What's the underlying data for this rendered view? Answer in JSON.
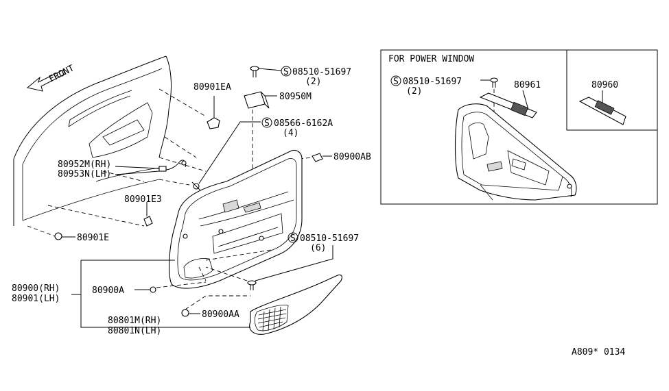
{
  "front_label": "FRONT",
  "inset_title": "FOR POWER WINDOW",
  "symbol": "S",
  "callouts": {
    "p80901EA": "80901EA",
    "p80950M": "80950M",
    "screw_top": "08510-51697",
    "screw_top_qty": "(2)",
    "screw_mid": "08566-6162A",
    "screw_mid_qty": "(4)",
    "p80900AB": "80900AB",
    "p80952M": "80952M(RH)",
    "p80953N": "80953N(LH)",
    "p80901E3": "80901E3",
    "p80901E": "80901E",
    "screw_low": "08510-51697",
    "screw_low_qty": "(6)",
    "p80900RH": "80900(RH)",
    "p80901LH": "80901(LH)",
    "p80900A": "80900A",
    "p80900AA": "80900AA",
    "p80801M": "80801M(RH)",
    "p80801N": "80801N(LH)",
    "inset_screw": "08510-51697",
    "inset_screw_qty": "(2)",
    "p80961": "80961",
    "p80960": "80960"
  },
  "diagram_code": "A809* 0134"
}
